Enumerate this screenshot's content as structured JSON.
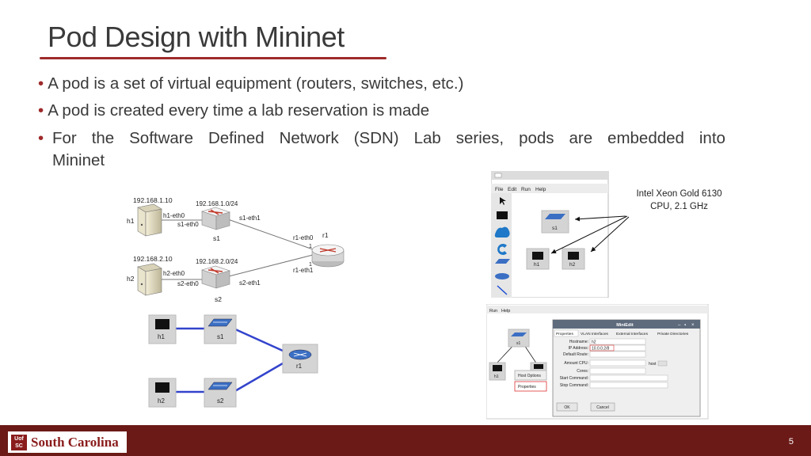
{
  "slide": {
    "title": "Pod Design with Mininet",
    "bullets": [
      "A pod is a set of virtual equipment (routers, switches, etc.)",
      "A pod is created every time a lab reservation is made"
    ],
    "bullet3_line1_words": [
      "For",
      "the",
      "Software",
      "Defined",
      "Network",
      "(SDN)",
      "Lab",
      "series,",
      "pods",
      "are",
      "embedded",
      "into"
    ],
    "bullet3_line2": "Mininet",
    "page_number": "5",
    "logo_seal": "Uof SC",
    "logo_text": "South Carolina",
    "cpu_note_line1": "Intel Xeon Gold 6130",
    "cpu_note_line2": "CPU, 2.1 GHz"
  },
  "topology": {
    "h1_ip": "192.168.1.10",
    "net1": "192.168.1.0/24",
    "h2_ip": "192.168.2.10",
    "net2": "192.168.2.0/24",
    "h1": "h1",
    "h2": "h2",
    "s1": "s1",
    "s2": "s2",
    "r1": "r1",
    "h1_eth0": "h1-eth0",
    "s1_eth0": "s1-eth0",
    "s1_eth1": "s1-eth1",
    "h2_eth0": "h2-eth0",
    "s2_eth0": "s2-eth0",
    "s2_eth1": "s2-eth1",
    "r1_eth0": "r1-eth0",
    "r1_eth1": "r1-eth1",
    "one_a": "1",
    "one_b": "1"
  },
  "gui_topology": {
    "h1": "h1",
    "s1": "s1",
    "h2": "h2",
    "s2": "s2",
    "r1": "r1"
  },
  "miniedit_small": {
    "menu": [
      "File",
      "Edit",
      "Run",
      "Help"
    ],
    "s1": "s1",
    "h1": "h1",
    "h2": "h2"
  },
  "miniedit_dialog": {
    "menu": [
      "Run",
      "Help"
    ],
    "window_title": "MiniEdit",
    "tabs": [
      "Properties",
      "VLAN Interfaces",
      "External Interfaces",
      "Private Directories"
    ],
    "hostname_label": "Hostname:",
    "hostname_value": "h2",
    "ip_label": "IP Address:",
    "ip_value": "10.0.0.2/8",
    "route_label": "Default Route:",
    "cpu_label": "Amount CPU:",
    "cpu_mode": "host",
    "cores_label": "Cores:",
    "start_label": "Start Command:",
    "stop_label": "Stop Command:",
    "ok": "OK",
    "cancel": "Cancel",
    "canvas_s1": "s1",
    "canvas_h1": "h1",
    "host_options": "Host Options",
    "properties": "Properties"
  }
}
